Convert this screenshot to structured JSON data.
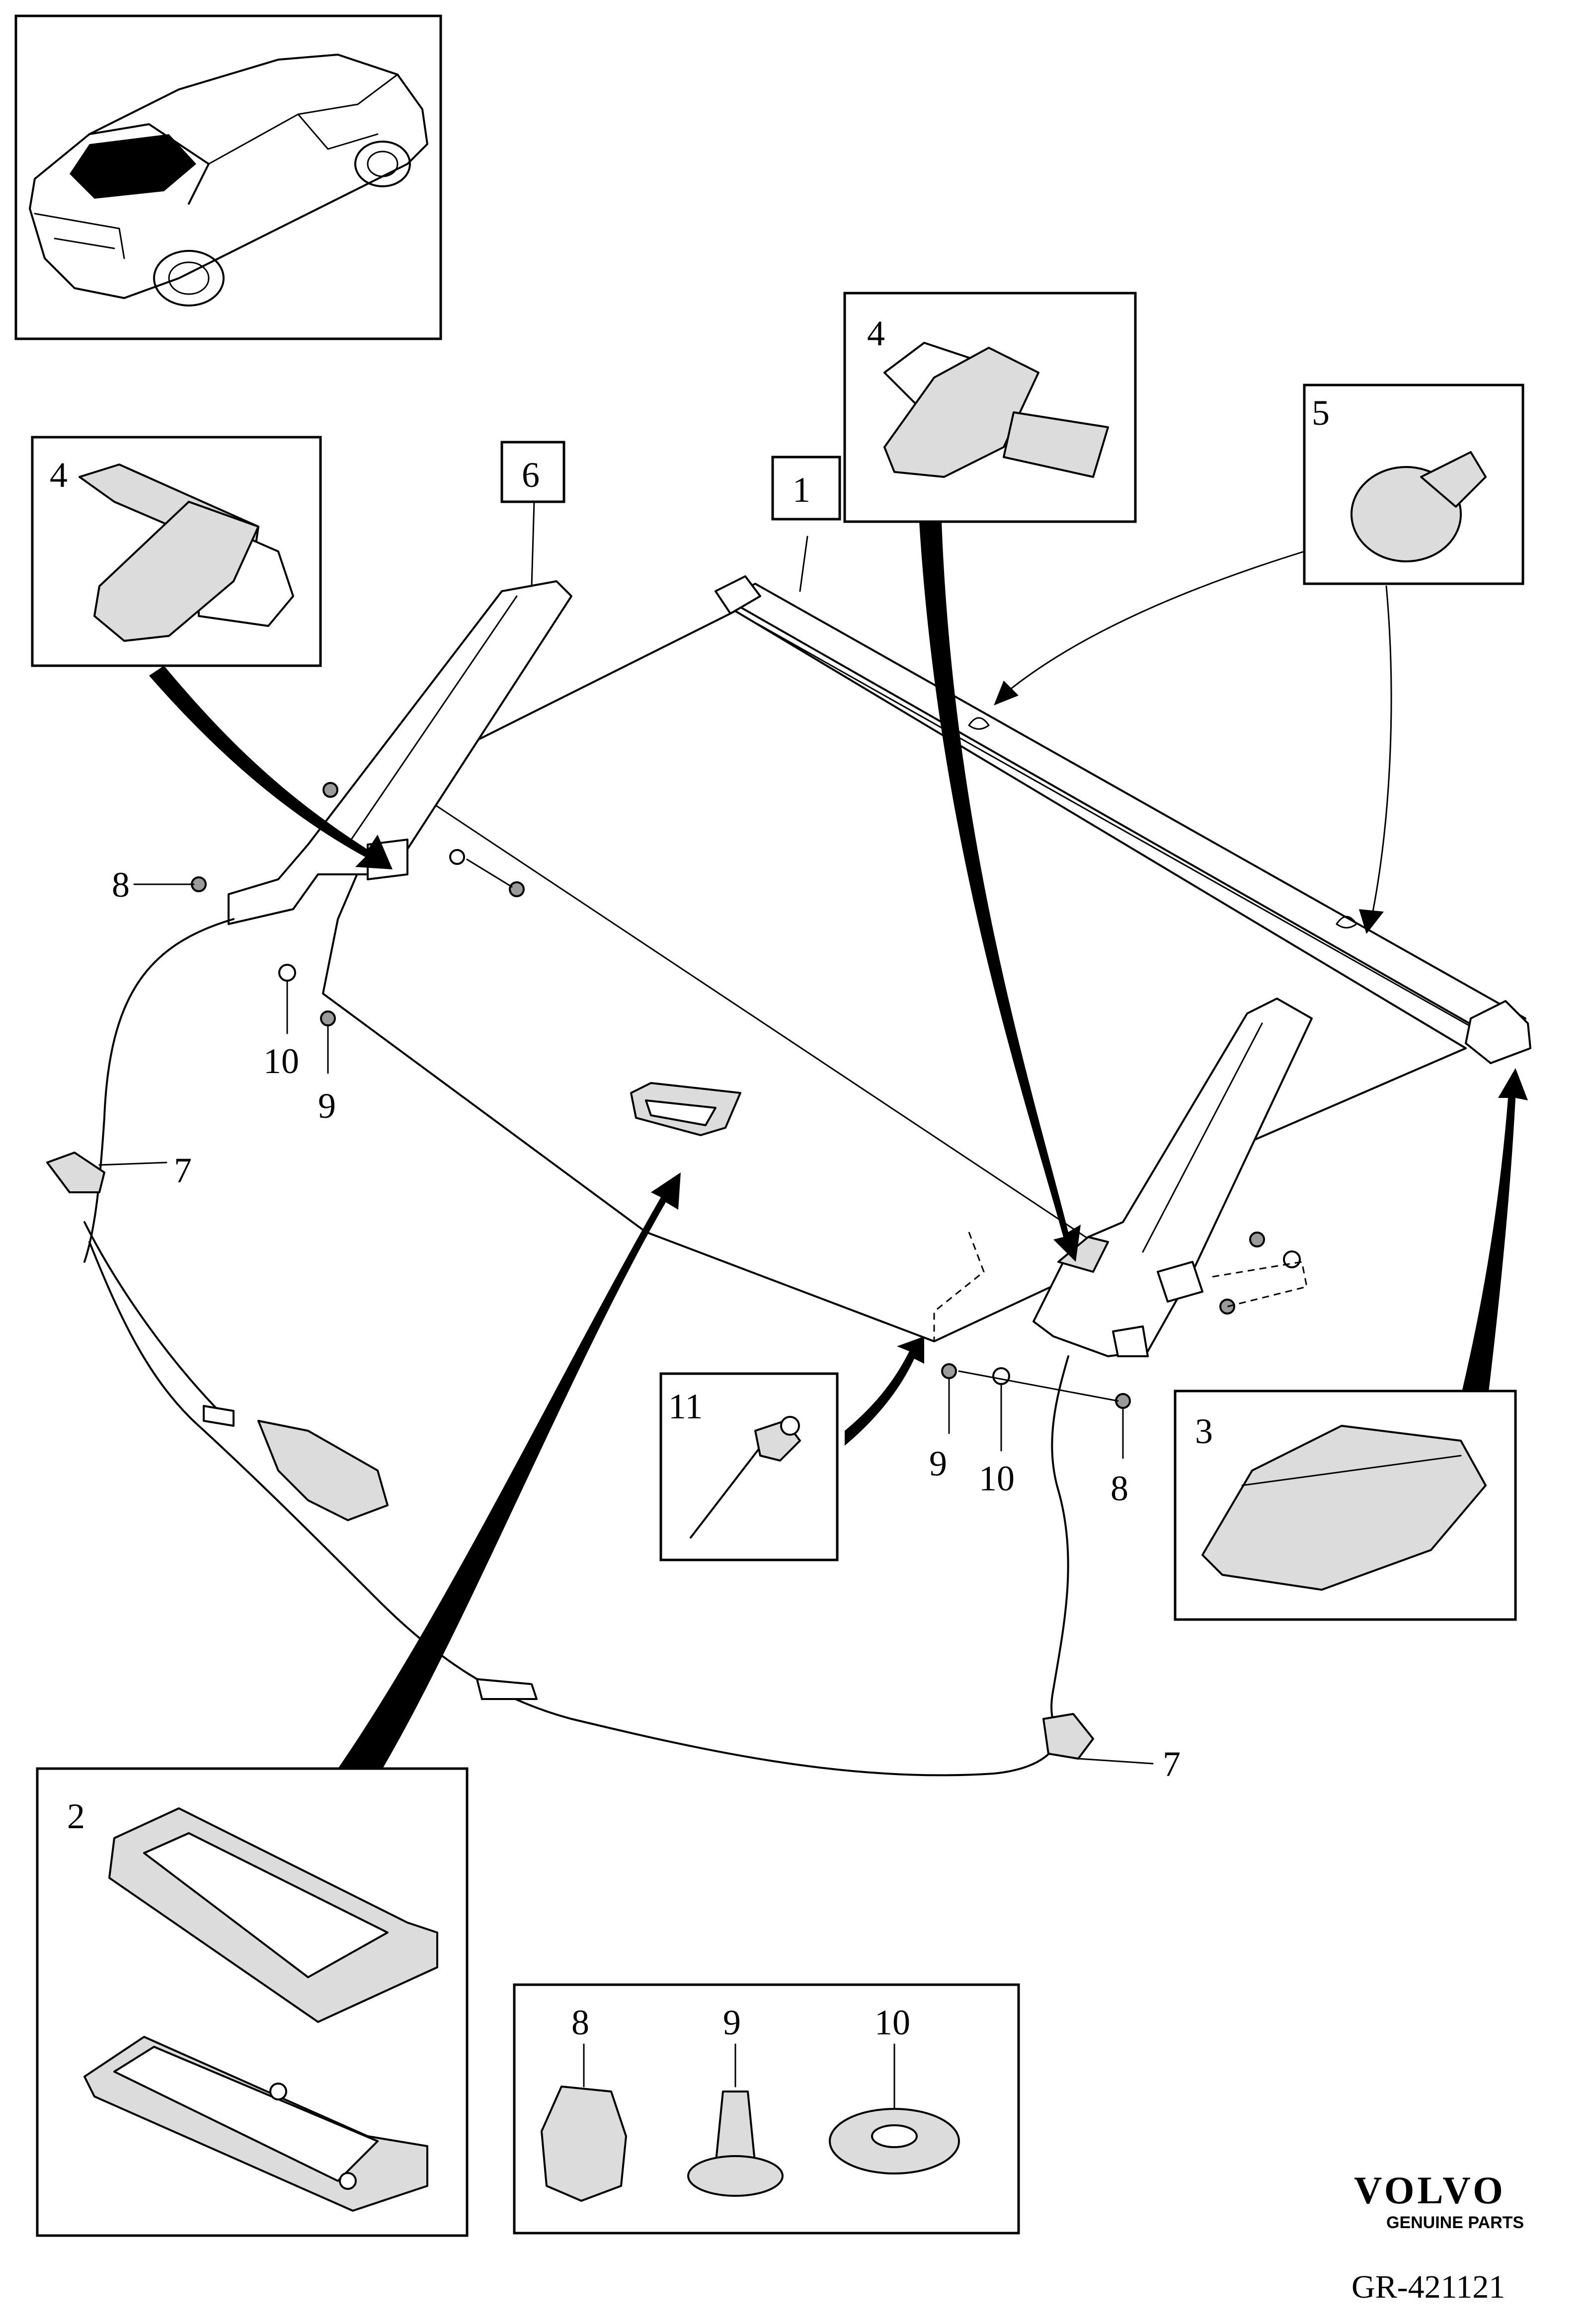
{
  "callouts": {
    "c1": "1",
    "c2": "2",
    "c3": "3",
    "c4a": "4",
    "c4b": "4",
    "c5": "5",
    "c6": "6",
    "c7a": "7",
    "c7b": "7",
    "c8a": "8",
    "c8b": "8",
    "c8c": "8",
    "c9a": "9",
    "c9b": "9",
    "c9c": "9",
    "c10a": "10",
    "c10b": "10",
    "c10c": "10",
    "c11": "11"
  },
  "brand": {
    "name": "VOLVO",
    "tagline": "GENUINE PARTS"
  },
  "diagram_code": "GR-421121"
}
